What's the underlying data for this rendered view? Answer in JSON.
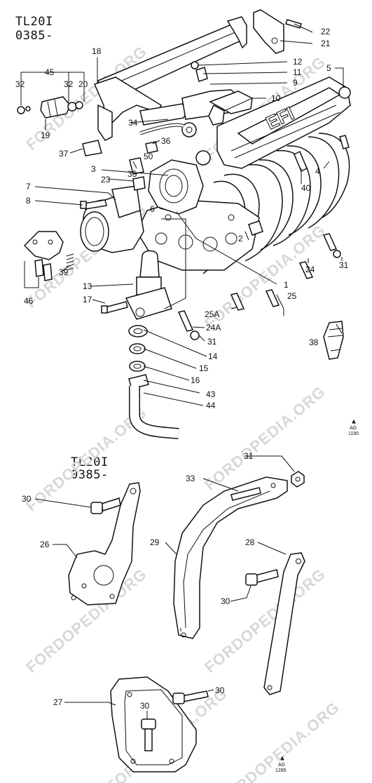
{
  "top_diagram": {
    "model": "TL20I",
    "code": "0385-",
    "ref": [
      "AG",
      "1190"
    ],
    "callouts": [
      "22",
      "21",
      "18",
      "45",
      "32",
      "32",
      "20",
      "5",
      "12",
      "11",
      "9",
      "10",
      "19",
      "34",
      "36",
      "37",
      "50",
      "35",
      "3",
      "23",
      "7",
      "8",
      "40",
      "4",
      "6",
      "2",
      "1",
      "39",
      "13",
      "46",
      "17",
      "24",
      "31",
      "25A",
      "25",
      "24A",
      "31",
      "38",
      "14",
      "15",
      "16",
      "43",
      "44"
    ]
  },
  "bottom_diagram": {
    "model": "TL20I",
    "code": "0385-",
    "ref": [
      "AG",
      "1285"
    ],
    "callouts": [
      "31",
      "33",
      "30",
      "26",
      "29",
      "28",
      "30",
      "27",
      "30",
      "30"
    ]
  },
  "watermark": "FORDOPEDIA.ORG"
}
